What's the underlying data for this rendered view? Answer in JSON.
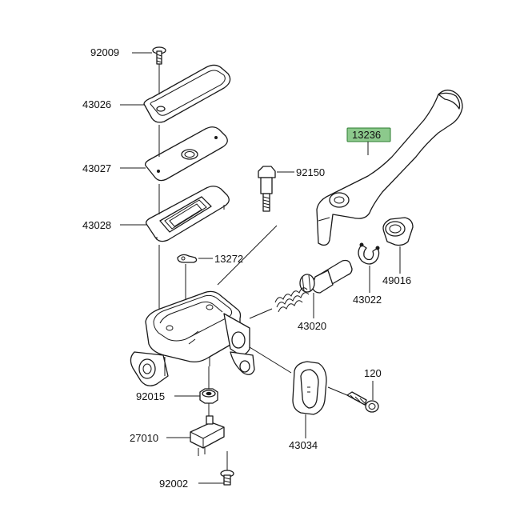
{
  "diagram": {
    "labels": {
      "l92009": "92009",
      "l43026": "43026",
      "l43027": "43027",
      "l43028": "43028",
      "l13272": "13272",
      "l92150": "92150",
      "l13236": "13236",
      "l43022": "43022",
      "l49016": "49016",
      "l43020": "43020",
      "l92015": "92015",
      "l27010": "27010",
      "l120": "120",
      "l43034": "43034",
      "l92002": "92002"
    },
    "highlight_color": "#8cc98c"
  }
}
